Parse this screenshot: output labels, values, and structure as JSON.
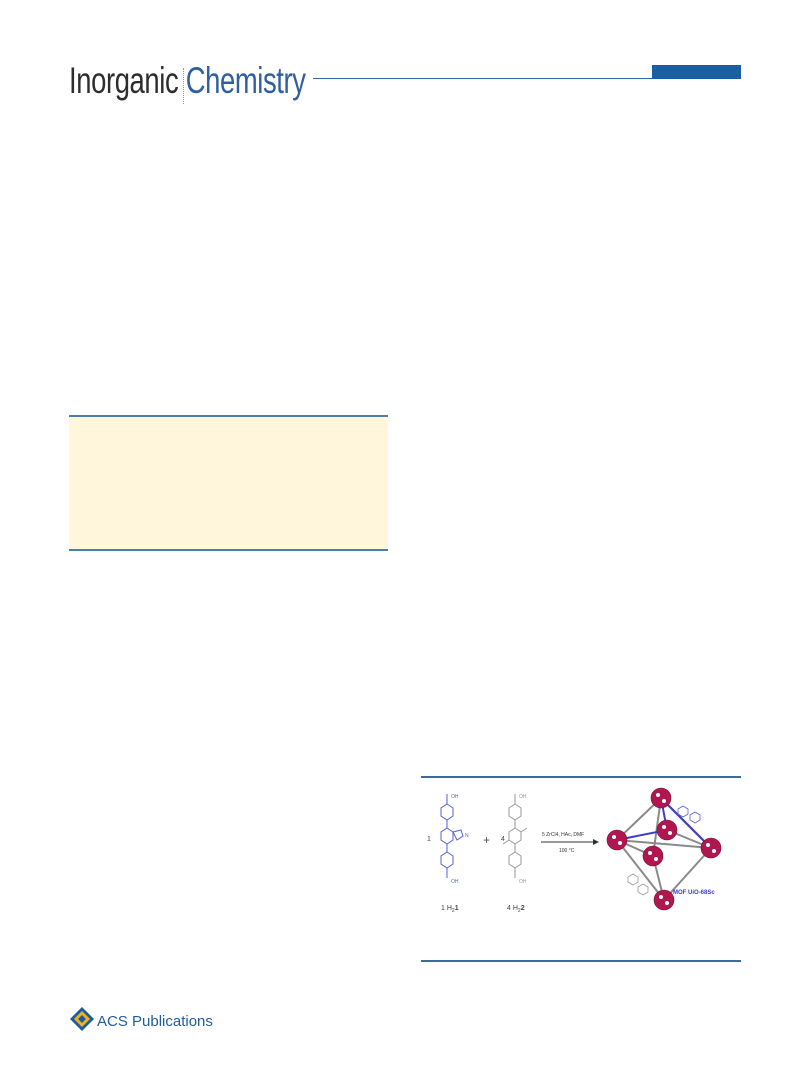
{
  "header": {
    "journal_word_1": "Inorganic",
    "journal_word_2": "Chemistry",
    "accent_color": "#1b5fa3"
  },
  "abstract_box": {
    "background_color": "#fff6dc"
  },
  "figure": {
    "reactant_1_label": "1 H",
    "reactant_1_sub": "2",
    "reactant_1_num": "1",
    "reactant_2_label": "4 H",
    "reactant_2_sub": "2",
    "reactant_2_num": "2",
    "coef_1": "1",
    "coef_2": "4",
    "plus": "+",
    "conditions_line_1": "5 ZrCl4, HAc, DMF",
    "conditions_line_2": "100 °C",
    "cooh_label": "OH",
    "nh_label": "N",
    "product_label": "MOF UiO-68Sc",
    "ligand_1_color": "#5a5fd6",
    "ligand_2_color": "#9a9a9a",
    "node_color": "#b0174f"
  },
  "footer": {
    "publisher": "ACS Publications"
  }
}
